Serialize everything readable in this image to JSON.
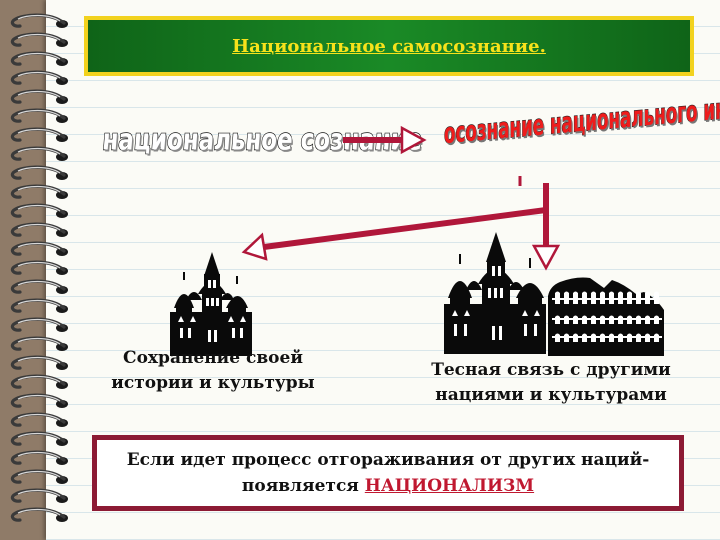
{
  "title": "Национальное самосознание.",
  "nodes": {
    "national_consciousness": "национальное  сознание",
    "national_interest": "осознание национального интереса",
    "preservation": "Сохранение своей истории и культуры",
    "connection": "Тесная связь с другими нациями и культурами"
  },
  "conclusion": {
    "text": "Если идет процесс отгораживания от других наций- появляется ",
    "highlight": "НАЦИОНАЛИЗМ"
  },
  "colors": {
    "title_bg": "#1a8a26",
    "title_text": "#f7e21b",
    "arrow": "#b0173a",
    "box_border": "#8c1a34",
    "highlight": "#c01830"
  },
  "icons": [
    "spiral-binding-icon",
    "cathedral-icon",
    "colosseum-icon"
  ]
}
